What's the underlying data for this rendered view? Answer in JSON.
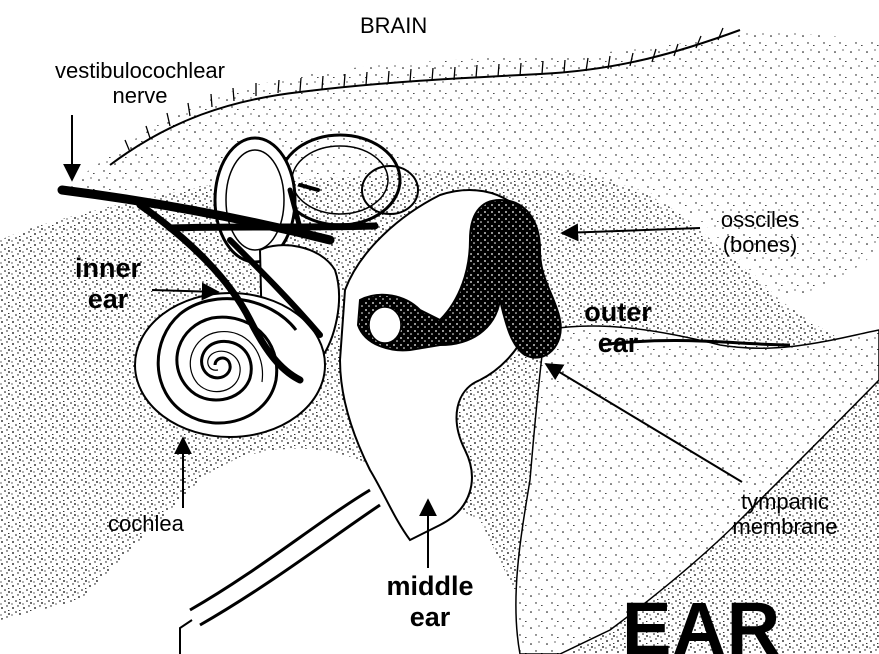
{
  "labels": {
    "brain": "BRAIN",
    "nerve": [
      "vestibulocochlear",
      "nerve"
    ],
    "inner_ear": [
      "inner",
      "ear"
    ],
    "ossicles": [
      "ossciles",
      "(bones)"
    ],
    "outer_ear": [
      "outer",
      "ear"
    ],
    "cochlea": "cochlea",
    "tympanic": [
      "tympanic",
      "membrane"
    ],
    "middle_ear": [
      "middle",
      "ear"
    ],
    "title": "EAR"
  },
  "colors": {
    "ink": "#000000",
    "paper": "#ffffff"
  }
}
